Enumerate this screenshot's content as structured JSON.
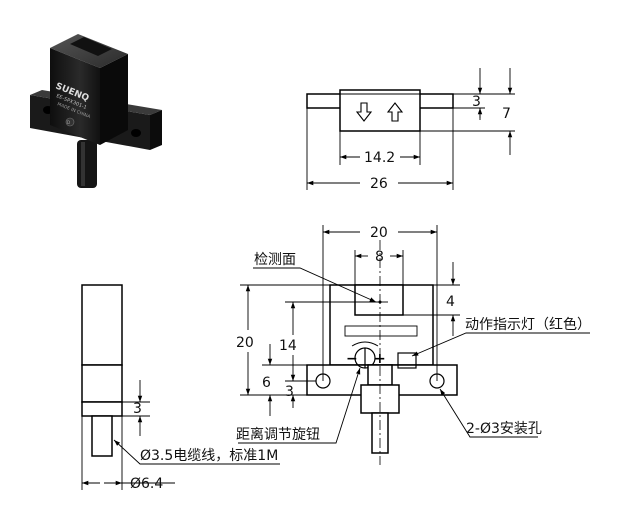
{
  "product": {
    "brand": "SUENQ",
    "model": "EE-SPX301-1",
    "origin": "MADE IN CHINA",
    "pin_mark": "D"
  },
  "top_view": {
    "dim_height_small": "3",
    "dim_height_total": "7",
    "dim_body_width": "14.2",
    "dim_total_width": "26"
  },
  "front_view": {
    "dim_width": "20",
    "dim_slot": "8",
    "dim_slot_depth": "4",
    "dim_height": "20",
    "dim_14": "14",
    "dim_6": "6",
    "dim_3": "3",
    "label_detect_face": "检测面",
    "label_indicator": "动作指示灯（红色）",
    "label_knob": "距离调节旋钮",
    "label_holes": "2-Ø3安装孔",
    "knob_minus": "−",
    "knob_plus": "+"
  },
  "side_view": {
    "dim_3": "3",
    "label_cable": "Ø3.5电缆线，标准1M",
    "label_diameter": "Ø6.4"
  },
  "colors": {
    "line": "#000000",
    "sensor_body": "#1c1c1c",
    "photo_highlight": "#4a4a4a"
  }
}
